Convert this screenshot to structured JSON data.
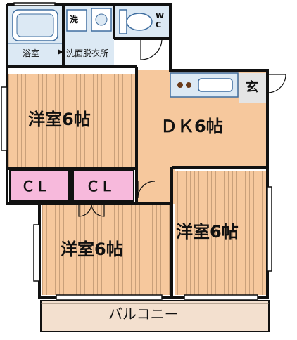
{
  "floorplan": {
    "rooms": {
      "bath": "浴室",
      "wash_icon": "洗",
      "washroom": "洗面脱衣所",
      "wc": "W\nC",
      "western_room_1": "洋室6帖",
      "dk": "ＤＫ6帖",
      "entrance": "玄",
      "closet_1": "ＣＬ",
      "closet_2": "ＣＬ",
      "western_room_2": "洋室6帖",
      "western_room_3": "洋室6帖",
      "balcony": "バルコニー"
    },
    "colors": {
      "wall": "#111111",
      "floor_wood": "#f6c89d",
      "floor_lines": "#c9a07a",
      "wet_area": "#dce9f4",
      "wet_outline": "#3f6ea0",
      "closet": "#f7b9dc",
      "balcony": "#f3e0cf"
    }
  }
}
